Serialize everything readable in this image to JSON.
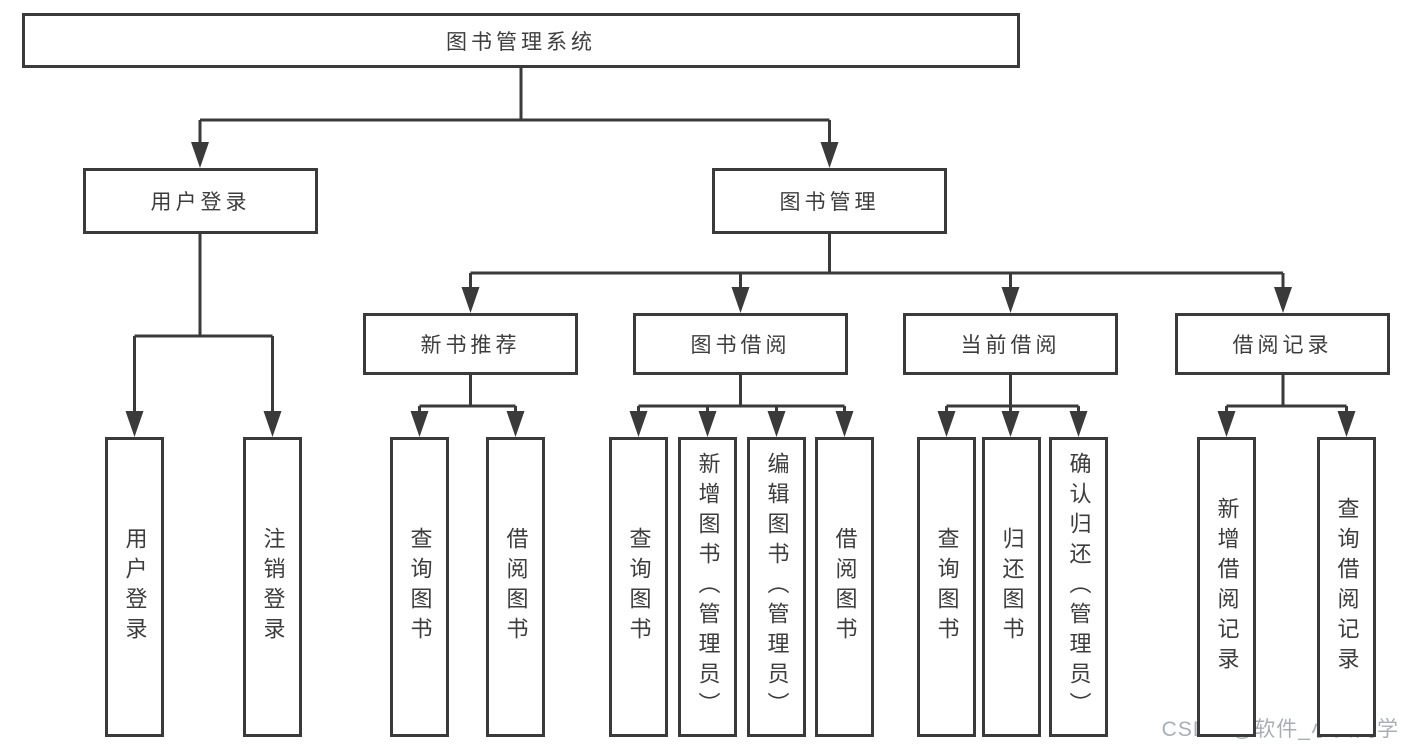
{
  "diagram": {
    "root": {
      "id": "root",
      "label": "图书管理系统",
      "children": [
        {
          "id": "user-login",
          "label": "用户登录",
          "children": [
            {
              "id": "leaf-user-login",
              "label": "用户登录"
            },
            {
              "id": "leaf-logout",
              "label": "注销登录"
            }
          ]
        },
        {
          "id": "book-management",
          "label": "图书管理",
          "children": [
            {
              "id": "new-book-recommendation",
              "label": "新书推荐",
              "children": [
                {
                  "id": "leaf-query-books-1",
                  "label": "查询图书"
                },
                {
                  "id": "leaf-borrow-books-1",
                  "label": "借阅图书"
                }
              ]
            },
            {
              "id": "book-borrowing",
              "label": "图书借阅",
              "children": [
                {
                  "id": "leaf-query-books-2",
                  "label": "查询图书"
                },
                {
                  "id": "leaf-add-books",
                  "label": "新增图书（管理员）"
                },
                {
                  "id": "leaf-edit-books",
                  "label": "编辑图书（管理员）"
                },
                {
                  "id": "leaf-borrow-books-2",
                  "label": "借阅图书"
                }
              ]
            },
            {
              "id": "current-borrowing",
              "label": "当前借阅",
              "children": [
                {
                  "id": "leaf-query-books-3",
                  "label": "查询图书"
                },
                {
                  "id": "leaf-return-books",
                  "label": "归还图书"
                },
                {
                  "id": "leaf-confirm-return",
                  "label": "确认归还（管理员）"
                }
              ]
            },
            {
              "id": "borrowing-records",
              "label": "借阅记录",
              "children": [
                {
                  "id": "leaf-add-borrow-record",
                  "label": "新增借阅记录"
                },
                {
                  "id": "leaf-query-borrow-record",
                  "label": "查询借阅记录"
                }
              ]
            }
          ]
        }
      ]
    }
  },
  "watermark": {
    "text": "CSDN @软件_小贺同学"
  },
  "colors": {
    "line": "#3a3a3a",
    "text": "#3d3d3d",
    "watermark": "#9aa1a9",
    "background": "#ffffff"
  }
}
